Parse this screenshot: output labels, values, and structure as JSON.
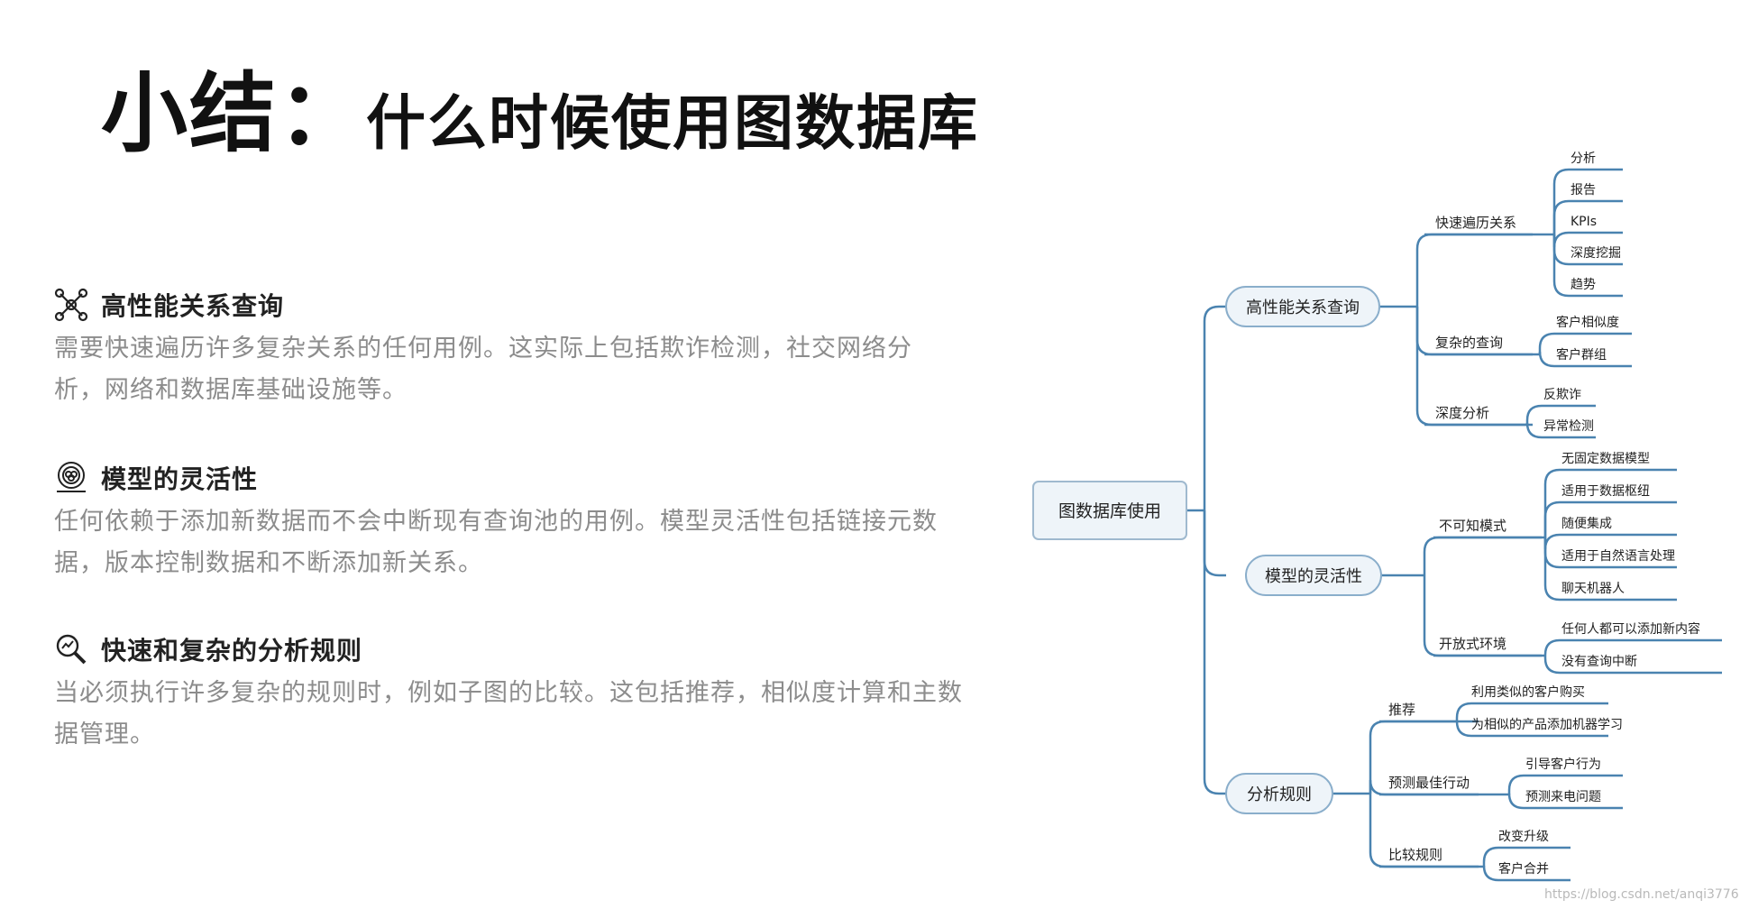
{
  "header": {
    "title_main": "小结：",
    "title_sub": "什么时候使用图数据库"
  },
  "sections": [
    {
      "icon": "network-graph-icon",
      "heading": "高性能关系查询",
      "lines": [
        "需要快速遍历许多复杂关系的任何用例。这实际上包括欺诈检测，社交网络分",
        "析，网络和数据库基础设施等。"
      ]
    },
    {
      "icon": "model-target-icon",
      "heading": "模型的灵活性",
      "lines": [
        "任何依赖于添加新数据而不会中断现有查询池的用例。模型灵活性包括链接元数",
        "据，版本控制数据和不断添加新关系。"
      ]
    },
    {
      "icon": "analysis-search-icon",
      "heading": "快速和复杂的分析规则",
      "lines": [
        "当必须执行许多复杂的规则时，例如子图的比较。这包括推荐，相似度计算和主数",
        "据管理。"
      ]
    }
  ],
  "mindmap": {
    "root": "图数据库使用",
    "branches": [
      {
        "label": "高性能关系查询",
        "groups": [
          {
            "label": "快速遍历关系",
            "leaves": [
              "分析",
              "报告",
              "KPIs",
              "深度挖掘",
              "趋势"
            ]
          },
          {
            "label": "复杂的查询",
            "leaves": [
              "客户相似度",
              "客户群组"
            ]
          },
          {
            "label": "深度分析",
            "leaves": [
              "反欺诈",
              "异常检测"
            ]
          }
        ]
      },
      {
        "label": "模型的灵活性",
        "groups": [
          {
            "label": "不可知模式",
            "leaves": [
              "无固定数据模型",
              "适用于数据枢纽",
              "随便集成",
              "适用于自然语言处理",
              "聊天机器人"
            ]
          },
          {
            "label": "开放式环境",
            "leaves": [
              "任何人都可以添加新内容",
              "没有查询中断"
            ]
          }
        ]
      },
      {
        "label": "分析规则",
        "groups": [
          {
            "label": "推荐",
            "leaves": [
              "利用类似的客户购买",
              "为相似的产品添加机器学习"
            ]
          },
          {
            "label": "预测最佳行动",
            "leaves": [
              "引导客户行为",
              "预测来电问题"
            ]
          },
          {
            "label": "比较规则",
            "leaves": [
              "改变升级",
              "客户合并"
            ]
          }
        ]
      }
    ]
  },
  "watermark": "https://blog.csdn.net/anqi3776"
}
